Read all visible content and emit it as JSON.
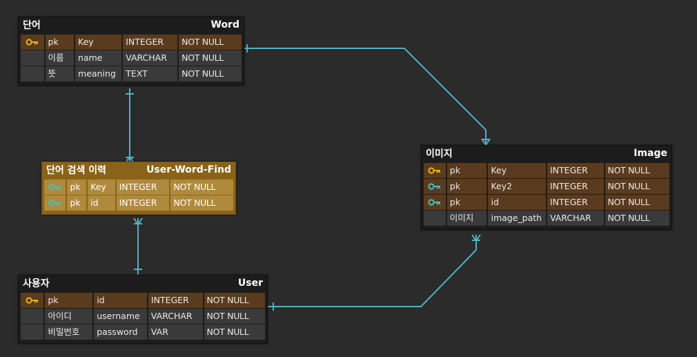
{
  "colors": {
    "canvas": "#2b2b2b",
    "entity": "#1c1c1c",
    "entity_gold": "#8a6318",
    "pk_row": "#5a3b1d",
    "row": "#3a3a3a",
    "link": "#4fb3c4",
    "key_primary": "#e6b422",
    "key_foreign": "#3fc4c4"
  },
  "entities": {
    "word": {
      "logical": "단어",
      "physical": "Word",
      "rows": [
        {
          "key": "primary",
          "type_kind": "pk",
          "logical": "pk",
          "name": "Key",
          "type": "INTEGER",
          "null": "NOT NULL"
        },
        {
          "key": "",
          "type_kind": "",
          "logical": "이름",
          "name": "name",
          "type": "VARCHAR",
          "null": "NOT NULL"
        },
        {
          "key": "",
          "type_kind": "",
          "logical": "뜻",
          "name": "meaning",
          "type": "TEXT",
          "null": "NOT NULL"
        }
      ]
    },
    "uwf": {
      "logical": "단어 검색 이력",
      "physical": "User-Word-Find",
      "rows": [
        {
          "key": "foreign",
          "logical": "pk",
          "name": "Key",
          "type": "INTEGER",
          "null": "NOT NULL"
        },
        {
          "key": "foreign",
          "logical": "pk",
          "name": "id",
          "type": "INTEGER",
          "null": "NOT NULL"
        }
      ]
    },
    "user": {
      "logical": "사용자",
      "physical": "User",
      "rows": [
        {
          "key": "primary",
          "logical": "pk",
          "name": "id",
          "type": "INTEGER",
          "null": "NOT NULL"
        },
        {
          "key": "",
          "logical": "아이디",
          "name": "username",
          "type": "VARCHAR",
          "null": "NOT NULL"
        },
        {
          "key": "",
          "logical": "비밀번호",
          "name": "password",
          "type": "VAR",
          "null": "NOT NULL"
        }
      ]
    },
    "image": {
      "logical": "이미지",
      "physical": "Image",
      "rows": [
        {
          "key": "primary",
          "logical": "pk",
          "name": "Key",
          "type": "INTEGER",
          "null": "NOT NULL"
        },
        {
          "key": "foreign",
          "logical": "pk",
          "name": "Key2",
          "type": "INTEGER",
          "null": "NOT NULL"
        },
        {
          "key": "foreign",
          "logical": "pk",
          "name": "id",
          "type": "INTEGER",
          "null": "NOT NULL"
        },
        {
          "key": "",
          "logical": "이미지",
          "name": "image_path",
          "type": "VARCHAR",
          "null": "NOT NULL"
        }
      ]
    }
  },
  "relationships": [
    {
      "from": "word",
      "to": "image",
      "from_end": "one",
      "to_end": "many"
    },
    {
      "from": "word",
      "to": "uwf",
      "from_end": "one",
      "to_end": "many"
    },
    {
      "from": "user",
      "to": "uwf",
      "from_end": "one",
      "to_end": "many"
    },
    {
      "from": "user",
      "to": "image",
      "from_end": "one",
      "to_end": "many"
    }
  ]
}
